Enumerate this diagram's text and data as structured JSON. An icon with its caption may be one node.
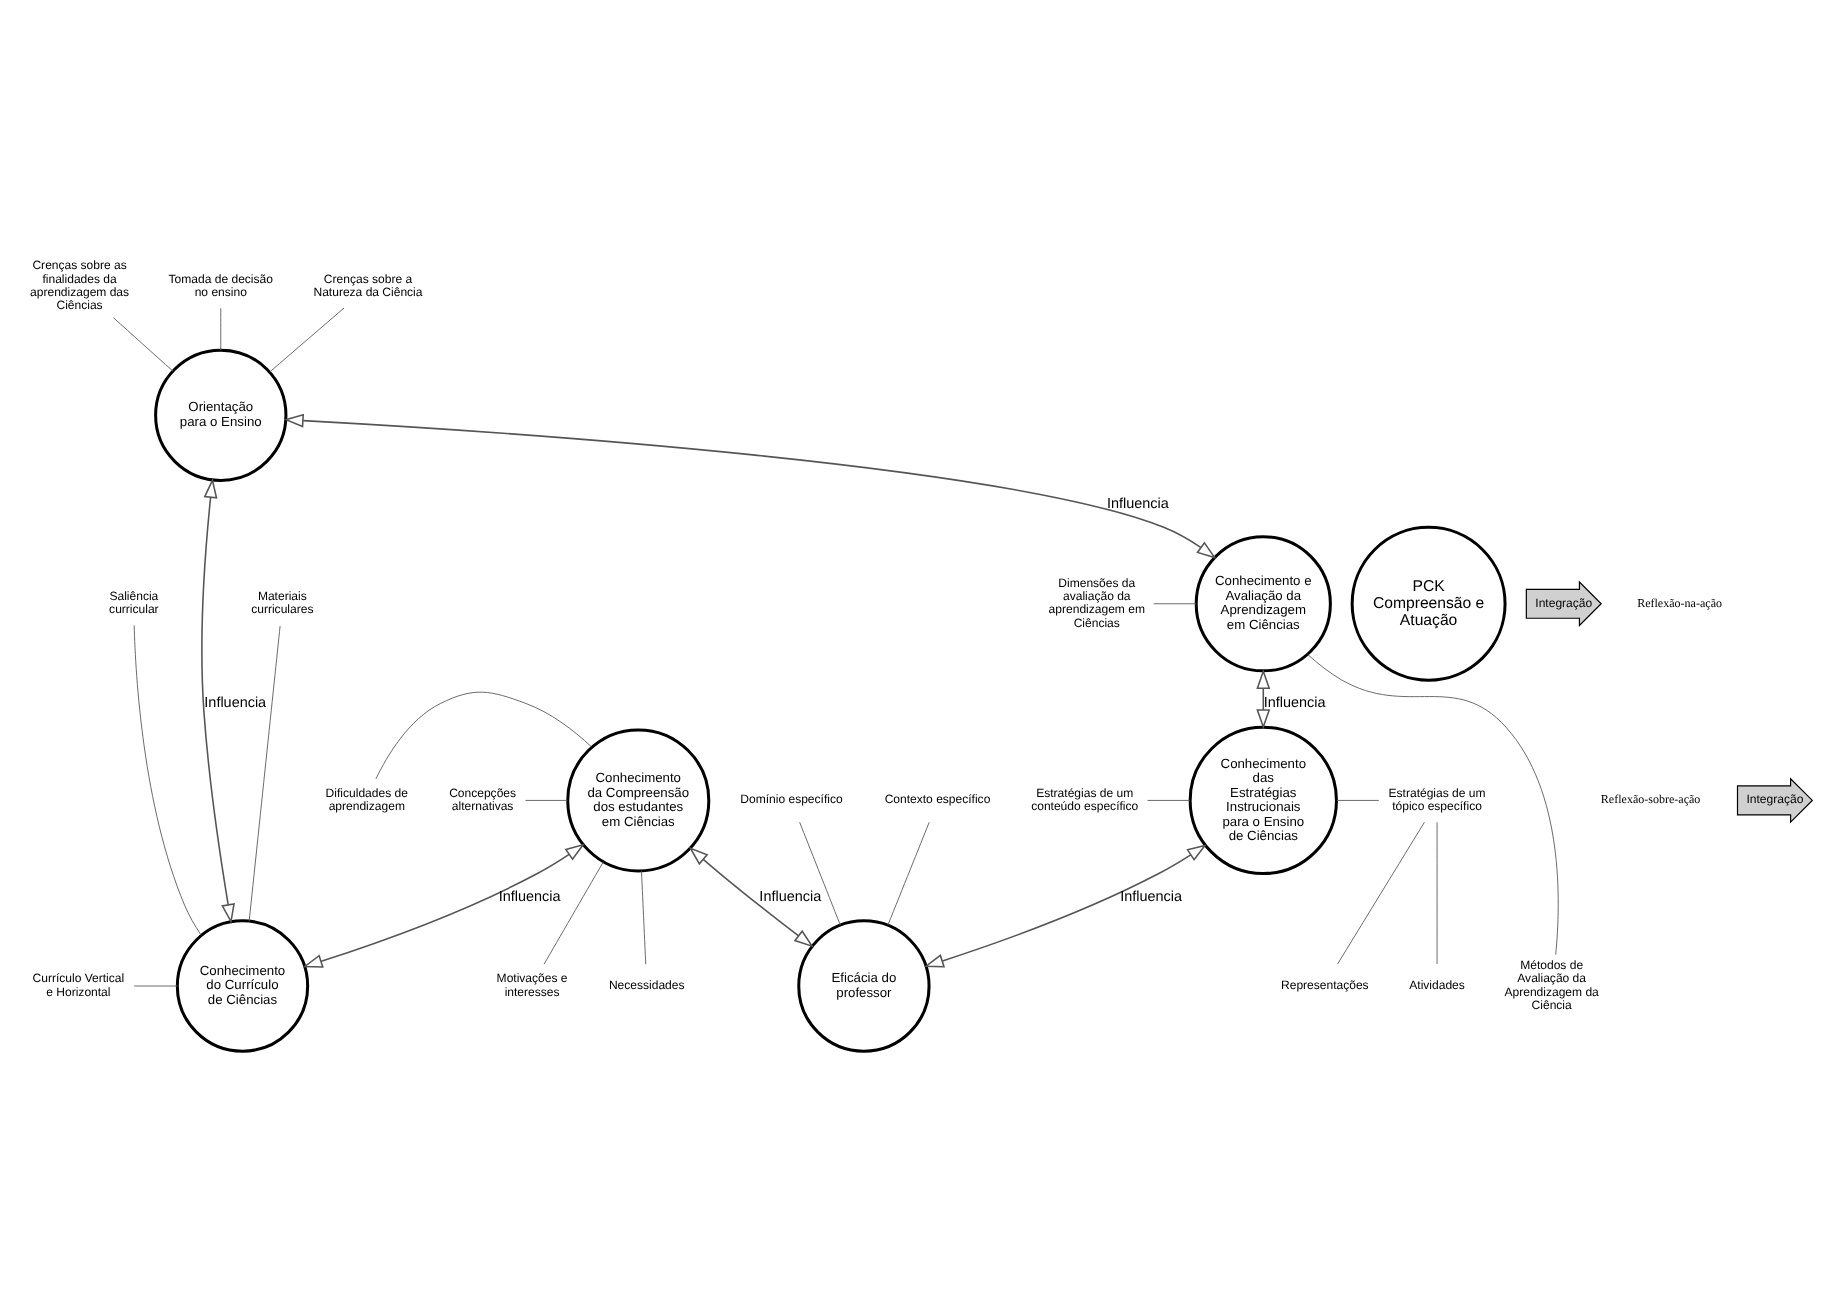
{
  "diagram": {
    "nodes": [
      {
        "text": [
          "Orientação para o Ensino"
        ]
      },
      {
        "text": [
          "Conhecimento e Avaliação da Aprendizagem em Ciências"
        ]
      },
      {
        "text": [
          "Conhecimento das Estratégias Instrucionais para o Ensino de Ciências"
        ]
      },
      {
        "text": [
          "Eficácia do professor"
        ]
      },
      {
        "text": [
          "Conhecimento da Compreensão dos estudantes em Ciências"
        ]
      },
      {
        "text": [
          "Conhecimento do Currículo de Ciências"
        ]
      },
      {
        "text": [
          "PCK",
          "Compreensão e Atuação"
        ]
      },
      {
        "text": [
          "Crenças sobre as finalidades da aprendizagem das Ciências"
        ]
      },
      {
        "text": [
          "Tomada de decisão no ensino"
        ]
      },
      {
        "text": [
          "Crenças sobre a Natureza da Ciência"
        ]
      },
      {
        "text": [
          "Métodos de Avaliação da Aprendizagem da Ciência"
        ]
      },
      {
        "text": [
          "Dimensões da avaliação da aprendizagem em Ciências"
        ]
      },
      {
        "text": [
          "Estratégias de um tópico específico"
        ]
      },
      {
        "text": [
          "Representações"
        ]
      },
      {
        "text": [
          "Atividades"
        ]
      },
      {
        "text": [
          "Estratégias de um conteúdo específico"
        ]
      },
      {
        "text": [
          "Domínio específico"
        ]
      },
      {
        "text": [
          "Contexto específico"
        ]
      },
      {
        "text": [
          "Necessidades"
        ]
      },
      {
        "text": [
          "Motivações e interesses"
        ]
      },
      {
        "text": [
          "Dificuldades de aprendizagem"
        ]
      },
      {
        "text": [
          "Concepções alternativas"
        ]
      },
      {
        "text": [
          "Materiais curriculares"
        ]
      },
      {
        "text": [
          "Saliência curricular"
        ]
      },
      {
        "text": [
          "Currículo Vertical e Horizontal"
        ]
      }
    ],
    "edges": [
      {
        "from": 5,
        "to": 0,
        "arrow": "both",
        "label": "Influencia"
      },
      {
        "from": 0,
        "to": 1,
        "arrow": "both",
        "label": "Influencia"
      },
      {
        "from": 1,
        "to": 2,
        "arrow": "both",
        "label": "Influencia"
      },
      {
        "from": 2,
        "to": 3,
        "arrow": "both",
        "label": "Influencia"
      },
      {
        "from": 3,
        "to": 4,
        "arrow": "both",
        "label": "Influencia"
      },
      {
        "from": 4,
        "to": 5,
        "arrow": "both",
        "label": "Influencia"
      },
      {
        "from": 7,
        "to": 0,
        "arrow": "none"
      },
      {
        "from": 8,
        "to": 0,
        "arrow": "none"
      },
      {
        "from": 9,
        "to": 0,
        "arrow": "none"
      },
      {
        "from": 10,
        "to": 1,
        "arrow": "none"
      },
      {
        "from": 11,
        "to": 1,
        "arrow": "none"
      },
      {
        "from": 12,
        "to": 2,
        "arrow": "none"
      },
      {
        "from": 12,
        "to": 13,
        "arrow": "none"
      },
      {
        "from": 12,
        "to": 14,
        "arrow": "none"
      },
      {
        "from": 15,
        "to": 2,
        "arrow": "none"
      },
      {
        "from": 16,
        "to": 3,
        "arrow": "none"
      },
      {
        "from": 17,
        "to": 3,
        "arrow": "none"
      },
      {
        "from": 18,
        "to": 4,
        "arrow": "none"
      },
      {
        "from": 19,
        "to": 4,
        "arrow": "none"
      },
      {
        "from": 20,
        "to": 4,
        "arrow": "none"
      },
      {
        "from": 21,
        "to": 4,
        "arrow": "none"
      },
      {
        "from": 22,
        "to": 5,
        "arrow": "none"
      },
      {
        "from": 23,
        "to": 5,
        "arrow": "none"
      },
      {
        "from": 24,
        "to": 5,
        "arrow": "none"
      }
    ],
    "labels": [
      "Integração",
      "Reflexão-na-ação",
      "Reflexão-sobre-ação",
      "Integração"
    ]
  }
}
